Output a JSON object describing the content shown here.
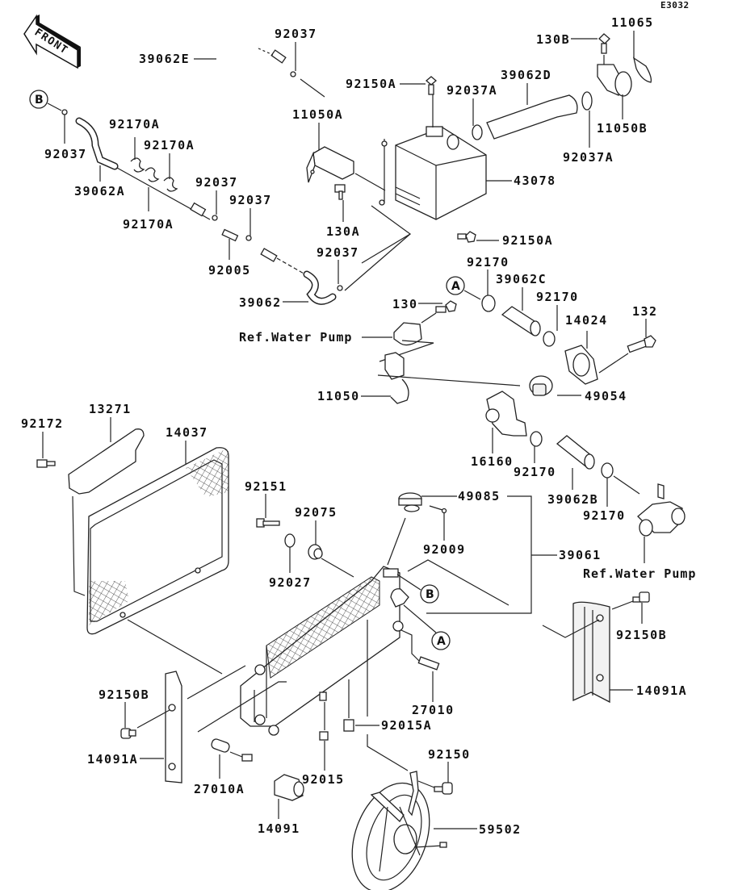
{
  "diagram": {
    "code": "E3032",
    "front_label": "FRONT",
    "ref_water_pump": "Ref.Water Pump",
    "markers": {
      "A": "A",
      "B": "B"
    },
    "labels": {
      "p39062E": "39062E",
      "p92037_top": "92037",
      "p92150A_top": "92150A",
      "p92037A_left": "92037A",
      "p39062D": "39062D",
      "p130B": "130B",
      "p11065": "11065",
      "p11050B": "11050B",
      "p92037A_right": "92037A",
      "p11050A": "11050A",
      "p43078": "43078",
      "p92037_B": "92037",
      "p92170A_1": "92170A",
      "p92170A_2": "92170A",
      "p39062A": "39062A",
      "p92170A_3": "92170A",
      "p92037_mid1": "92037",
      "p92037_mid2": "92037",
      "p92005": "92005",
      "p130A": "130A",
      "p92037_low": "92037",
      "p39062": "39062",
      "p92150A_bottom": "92150A",
      "p92170_1": "92170",
      "p39062C": "39062C",
      "p92170_2": "92170",
      "p130": "130",
      "p132": "132",
      "p14024": "14024",
      "p11050": "11050",
      "p49054": "49054",
      "p16160": "16160",
      "p92170_3": "92170",
      "p39062B": "39062B",
      "p92170_4": "92170",
      "p13271": "13271",
      "p92172": "92172",
      "p14037": "14037",
      "p92151": "92151",
      "p92075": "92075",
      "p92027": "92027",
      "p49085": "49085",
      "p92009": "92009",
      "p39061": "39061",
      "p92150B_right": "92150B",
      "p14091A_right": "14091A",
      "p27010": "27010",
      "p92015A": "92015A",
      "p92150B_left": "92150B",
      "p14091A_left": "14091A",
      "p27010A": "27010A",
      "p92015": "92015",
      "p92150": "92150",
      "p14091": "14091",
      "p59502": "59502"
    }
  }
}
